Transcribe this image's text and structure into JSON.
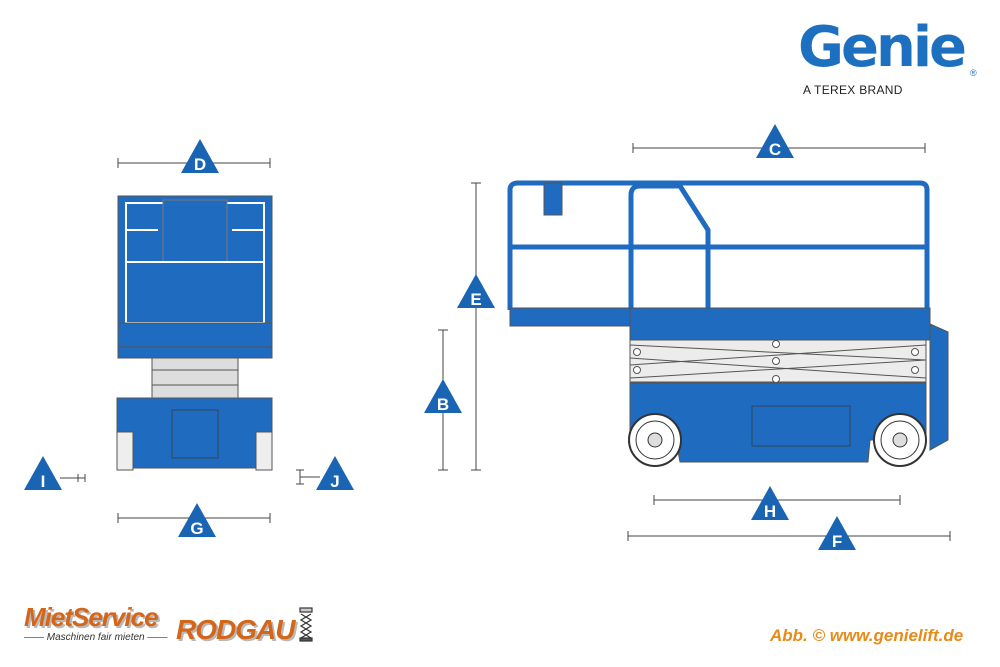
{
  "brand": {
    "name": "Genie",
    "registered_mark": "®",
    "tagline": "A TEREX BRAND",
    "color": "#1d6fbf"
  },
  "dimensions": {
    "labels": [
      "D",
      "C",
      "E",
      "B",
      "I",
      "J",
      "G",
      "H",
      "F"
    ],
    "marker_color": "#1a64b4"
  },
  "machine_color": "#1f6bc0",
  "footer": {
    "company_part1": "MietService",
    "company_part2": "Rodgau",
    "slogan": "—— Maschinen fair mieten ——",
    "credit": "Abb. © www.genielift.de",
    "accent_color": "#e88a1a"
  }
}
